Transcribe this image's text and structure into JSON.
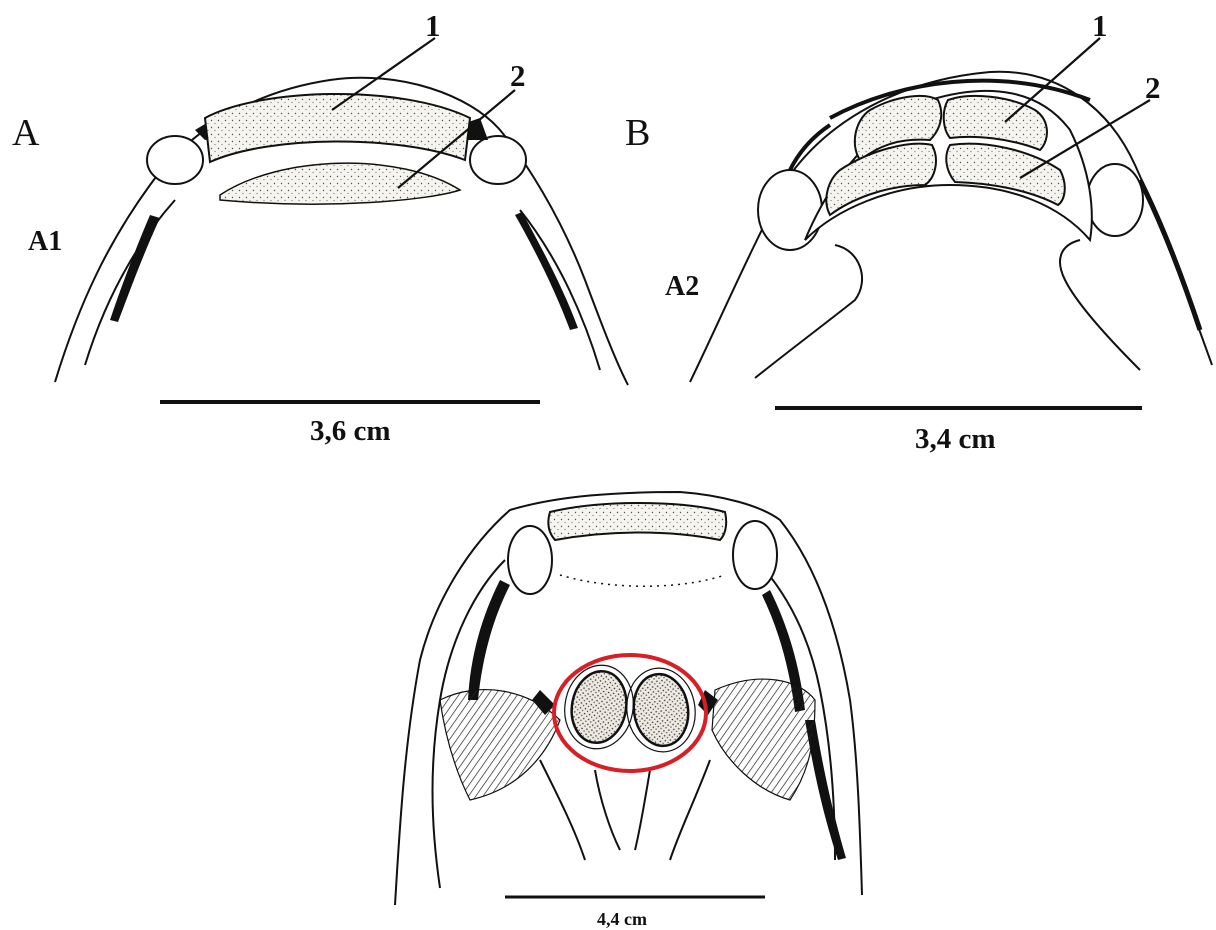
{
  "panels": {
    "a": {
      "letter": "A",
      "sub_label": "A1",
      "callout_1": "1",
      "callout_2": "2",
      "scale_label": "3,6 cm"
    },
    "b": {
      "letter": "B",
      "sub_label": "A2",
      "callout_1": "1",
      "callout_2": "2",
      "scale_label": "3,4 cm"
    },
    "c": {
      "scale_label": "4,4 cm"
    }
  },
  "colors": {
    "ink": "#111111",
    "highlight": "#d81f26",
    "stipple_fill": "#f3f1ec"
  }
}
